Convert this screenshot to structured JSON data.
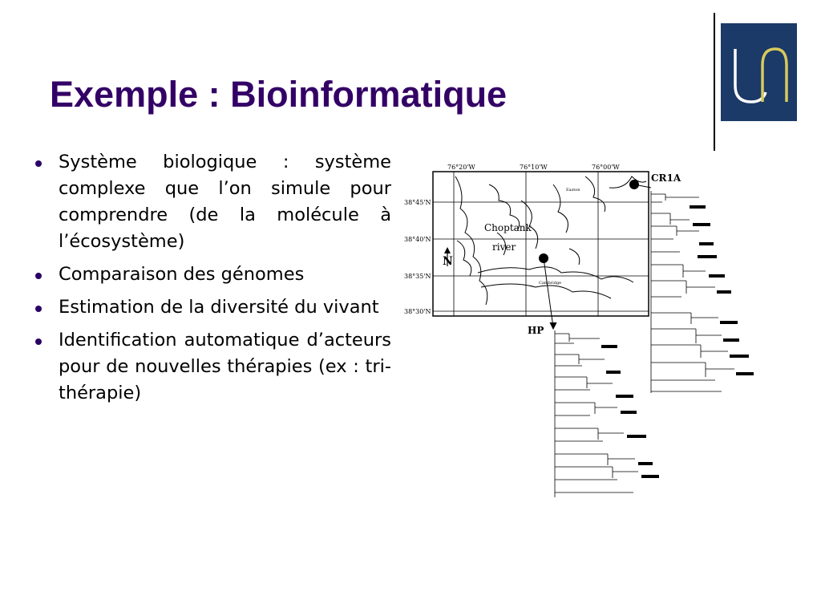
{
  "slide": {
    "title": "Exemple : Bioinformatique",
    "bullets": [
      "Système biologique : système complexe que l’on simule pour comprendre (de la molécule à l’écosystème)",
      "Comparaison des génomes",
      "Estimation de la diversité du vivant",
      "Identification automatique d’acteurs pour de nouvelles thérapies (ex : tri-thérapie)"
    ]
  },
  "logo": {
    "letters": "Un",
    "background": "#1b3a68",
    "accent": "#d8c95c"
  },
  "figure": {
    "longitudes": [
      "76°20'W",
      "76°10'W",
      "76°00'W"
    ],
    "latitudes": [
      "38°45'N",
      "38°40'N",
      "38°35'N",
      "38°30'N"
    ],
    "river_label": "Choptank",
    "river_label2": "river",
    "north_label": "N",
    "town_label": "Easton",
    "town_label2": "Cambridge",
    "site_top": "CR1A",
    "site_bottom": "HP"
  },
  "colors": {
    "title": "#330066",
    "bullet": "#2a0066"
  }
}
